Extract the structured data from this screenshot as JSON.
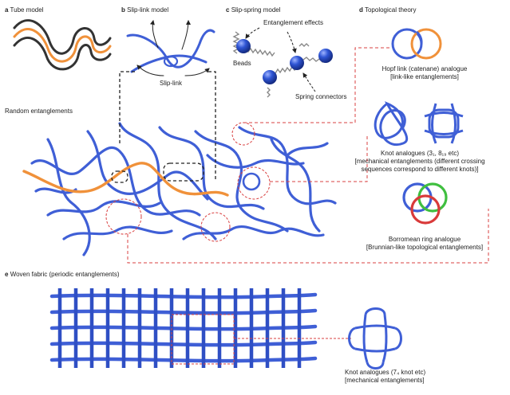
{
  "panels": {
    "a": {
      "letter": "a",
      "title": "Tube model"
    },
    "b": {
      "letter": "b",
      "title": "Slip-link model",
      "annotation": "Slip-link"
    },
    "c": {
      "letter": "c",
      "title": "Slip-spring model",
      "entanglement": "Entanglement effects",
      "beads": "Beads",
      "springs": "Spring connectors"
    },
    "d": {
      "letter": "d",
      "title": "Topological theory",
      "hopf_1": "Hopf link (catenane) analogue",
      "hopf_2": "[link-like entanglements]",
      "knot_1": "Knot analogues (3₁, 8₁₉ etc)",
      "knot_2": "[mechanical entanglements (different crossing",
      "knot_3": "sequences correspond to different knots)]",
      "borr_1": "Borromean ring analogue",
      "borr_2": "[Brunnian-like topological entanglements]"
    },
    "random": {
      "title": "Random entanglements"
    },
    "e": {
      "letter": "e",
      "title": "Woven fabric (periodic entanglements)",
      "knot_1": "Knot analogues (7₄ knot etc)",
      "knot_2": "[mechanical entanglements]"
    }
  },
  "colors": {
    "chain": "#3f5fd6",
    "highlight": "#f0913a",
    "tube": "#333333",
    "ring_green": "#3fbf3f",
    "ring_red": "#d93a3a",
    "dash_red": "#d94040",
    "bead": "#2f55d4"
  }
}
